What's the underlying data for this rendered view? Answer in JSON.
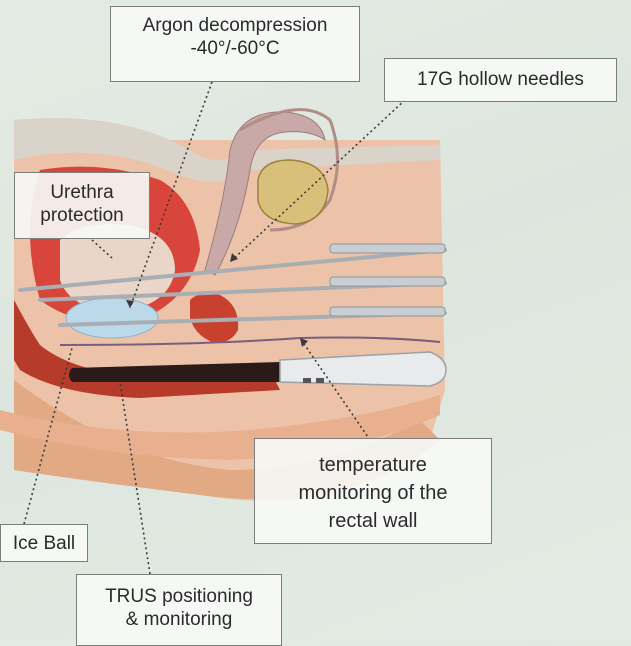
{
  "callouts": {
    "argon": {
      "line1": "Argon decompression",
      "line2": "-40°/-60°C"
    },
    "needles": {
      "label": "17G hollow needles"
    },
    "urethra": {
      "line1": "Urethra",
      "line2": "protection"
    },
    "temperature": {
      "line1": "temperature",
      "line2": "monitoring of the",
      "line3": "rectal wall"
    },
    "iceball": {
      "label": "Ice Ball"
    },
    "trus": {
      "line1": "TRUS positioning",
      "line2": "& monitoring"
    }
  },
  "colors": {
    "background": "#e0e8e1",
    "tissue": "#e8b79a",
    "muscle": "#c8402e",
    "ice_ball": "#b8d8ea",
    "needle": "#b9bec4",
    "probe": "#2a1a18",
    "callout_border": "#7b7f7b"
  }
}
